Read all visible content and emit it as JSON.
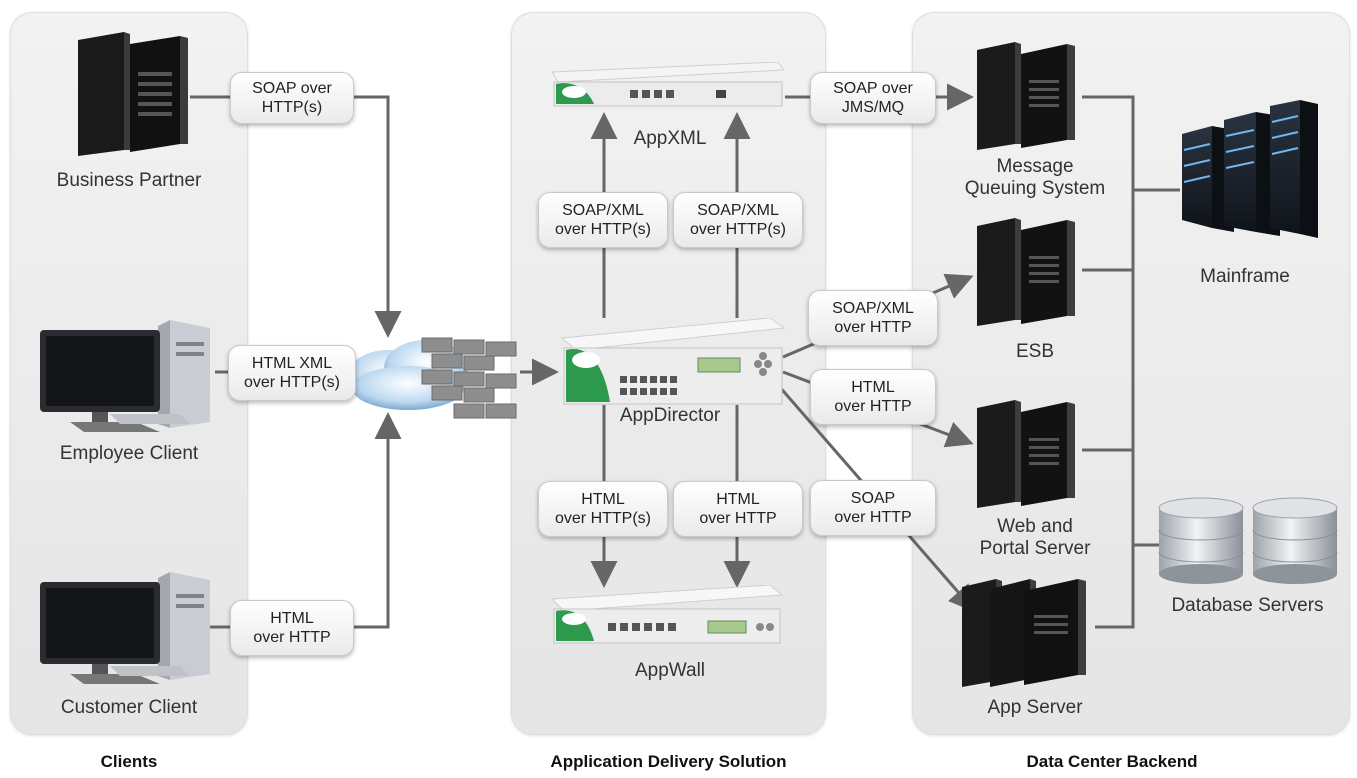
{
  "panels": {
    "clients": "Clients",
    "delivery": "Application Delivery Solution",
    "backend": "Data Center Backend"
  },
  "nodes": {
    "business_partner": "Business Partner",
    "employee_client": "Employee Client",
    "customer_client": "Customer Client",
    "appxml": "AppXML",
    "appdirector": "AppDirector",
    "appwall": "AppWall",
    "message_queuing": "Message\nQueuing System",
    "esb": "ESB",
    "web_portal": "Web and\nPortal Server",
    "app_server": "App Server",
    "mainframe": "Mainframe",
    "database_servers": "Database Servers"
  },
  "protocols": {
    "bp_soap": "SOAP over\nHTTP(s)",
    "emp_html_xml": "HTML XML\nover HTTP(s)",
    "cust_html": "HTML\nover HTTP",
    "xml_left": "SOAP/XML\nover HTTP(s)",
    "xml_right": "SOAP/XML\nover HTTP(s)",
    "wall_left": "HTML\nover HTTP(s)",
    "wall_right": "HTML\nover HTTP",
    "mq": "SOAP over\nJMS/MQ",
    "esb": "SOAP/XML\nover HTTP",
    "web": "HTML\nover HTTP",
    "app": "SOAP\nover HTTP"
  },
  "colors": {
    "panel": "#ececec",
    "connector": "#666666",
    "appliance_accent": "#2e9a4e",
    "cloud": "#9fc6e8"
  }
}
